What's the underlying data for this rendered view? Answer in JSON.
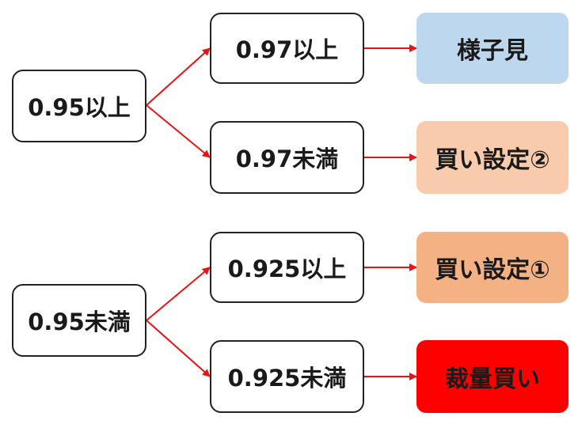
{
  "nodes": {
    "root_high": "0.95以上",
    "root_low": "0.95未満",
    "mid_097_above": "0.97以上",
    "mid_097_below": "0.97未満",
    "mid_0925_above": "0.925以上",
    "mid_0925_below": "0.925未満",
    "result_wait": "様子見",
    "result_buy2": "買い設定②",
    "result_buy1": "買い設定①",
    "result_discretionary": "裁量買い"
  },
  "colors": {
    "arrow": "#ee1111",
    "result_wait": "#bdd7ee",
    "result_buy2": "#f8cbad",
    "result_buy1": "#f4b183",
    "result_discretionary": "#ff0000"
  }
}
